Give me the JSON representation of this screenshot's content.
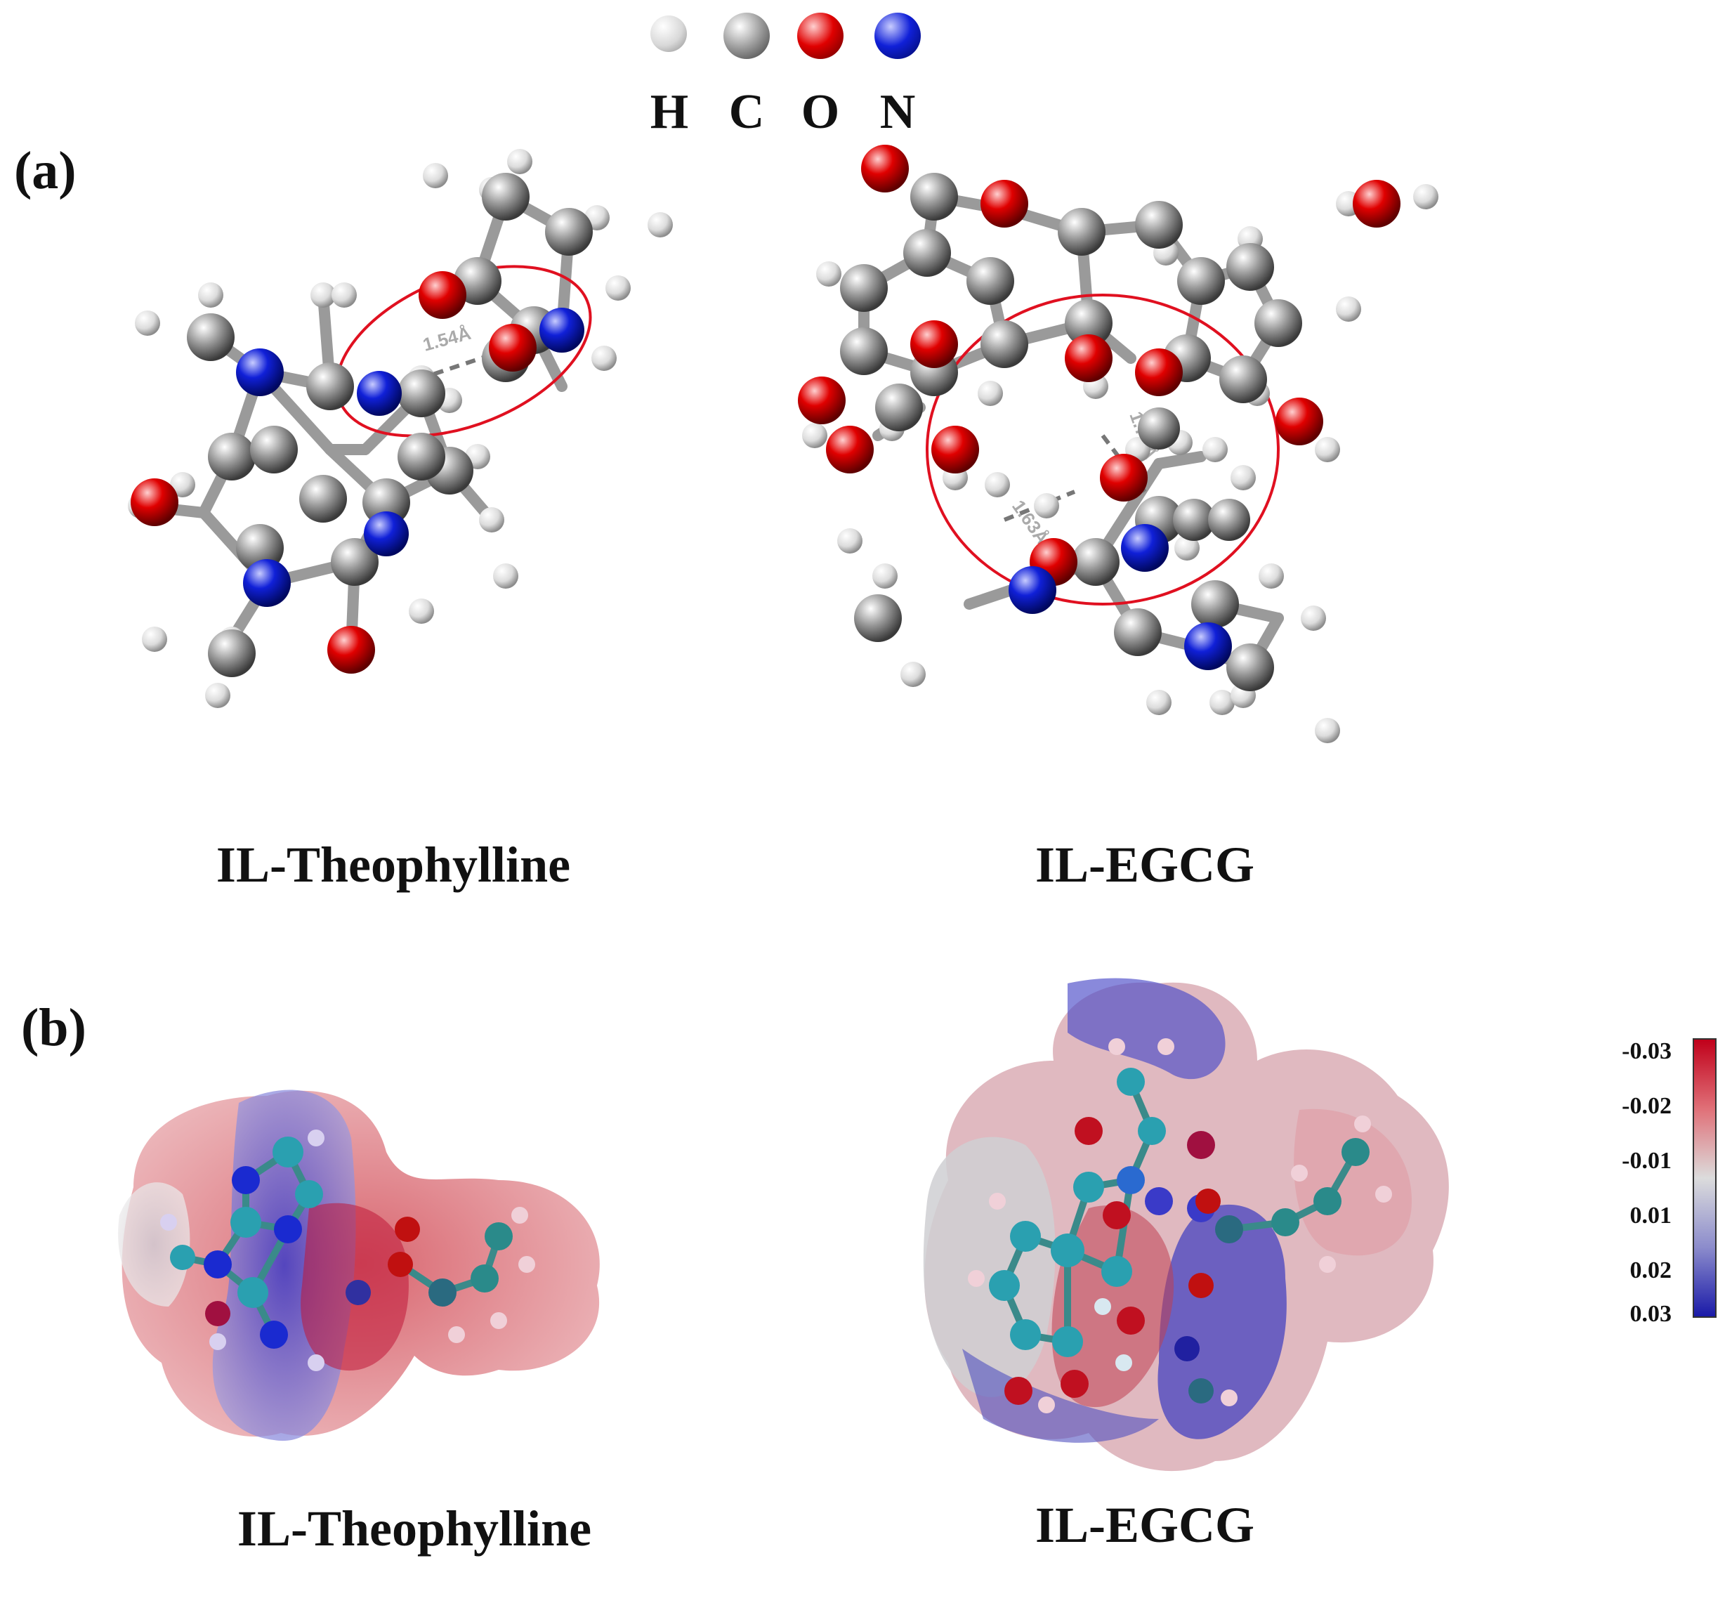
{
  "atom_legend": [
    {
      "symbol": "H",
      "color": "#e6e6e6"
    },
    {
      "symbol": "C",
      "color": "#8a8a8a"
    },
    {
      "symbol": "O",
      "color": "#d40000"
    },
    {
      "symbol": "N",
      "color": "#0a14c8"
    }
  ],
  "panel_a": {
    "label": "(a)",
    "left_title": "IL-Theophylline",
    "right_title": "IL-EGCG",
    "left_hbond": "1.54Å",
    "right_hbonds": [
      "1.63Å",
      "1.70Å"
    ]
  },
  "panel_b": {
    "label": "(b)",
    "left_title": "IL-Theophylline",
    "right_title": "IL-EGCG"
  },
  "colorbar": {
    "ticks": [
      "-0.03",
      "-0.02",
      "-0.01",
      "0.01",
      "0.02",
      "0.03"
    ],
    "top_color": "#c0001a",
    "mid_color": "#dcdcdc",
    "bottom_color": "#1a1aa8"
  }
}
